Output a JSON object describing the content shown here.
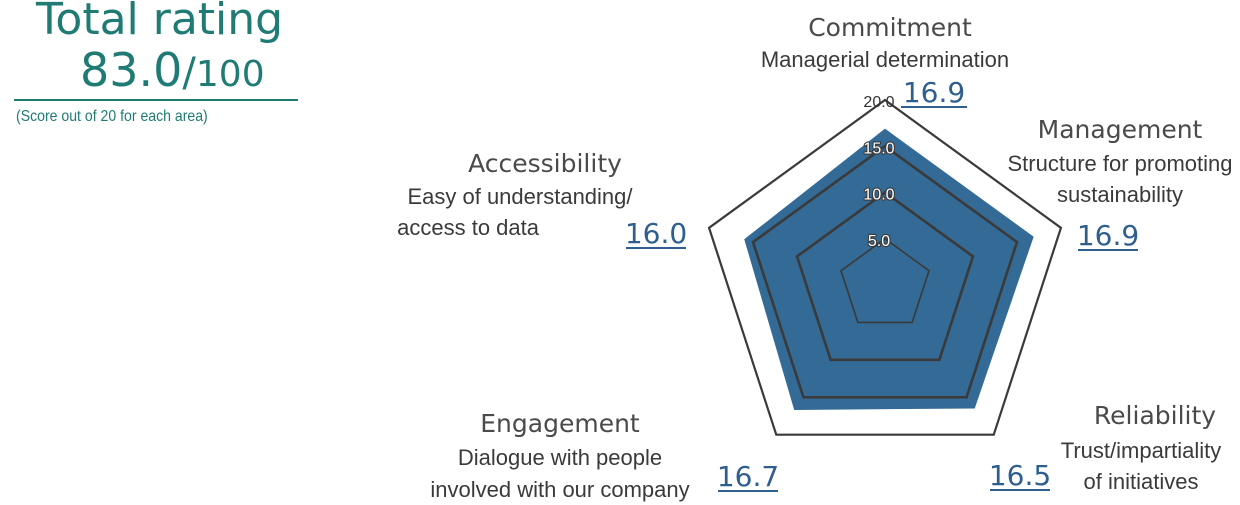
{
  "total": {
    "title": "Total rating",
    "score": "83.0",
    "slash": "/",
    "max": "100",
    "note": "(Score out of 20 for each area)"
  },
  "chart_data": {
    "type": "radar",
    "title": "",
    "rmax": 20,
    "ticks": [
      5,
      10,
      15,
      20
    ],
    "tick_labels": [
      "5.0",
      "10.0",
      "15.0",
      "20.0"
    ],
    "categories": [
      "Commitment",
      "Management",
      "Reliability",
      "Engagement",
      "Accessibility"
    ],
    "descriptions": [
      [
        "Managerial determination"
      ],
      [
        "Structure for promoting",
        "sustainability"
      ],
      [
        "Trust/impartiality",
        "of initiatives"
      ],
      [
        "Dialogue with people",
        "involved with our company"
      ],
      [
        "Easy of understanding/",
        "access to data"
      ]
    ],
    "values": [
      16.9,
      16.9,
      16.5,
      16.7,
      16.0
    ],
    "value_labels": [
      "16.9",
      "16.9",
      "16.5",
      "16.7",
      "16.0"
    ],
    "colors": {
      "fill": "#336a96",
      "grid": "#3a3a3a",
      "score": "#2f5f8f"
    }
  }
}
